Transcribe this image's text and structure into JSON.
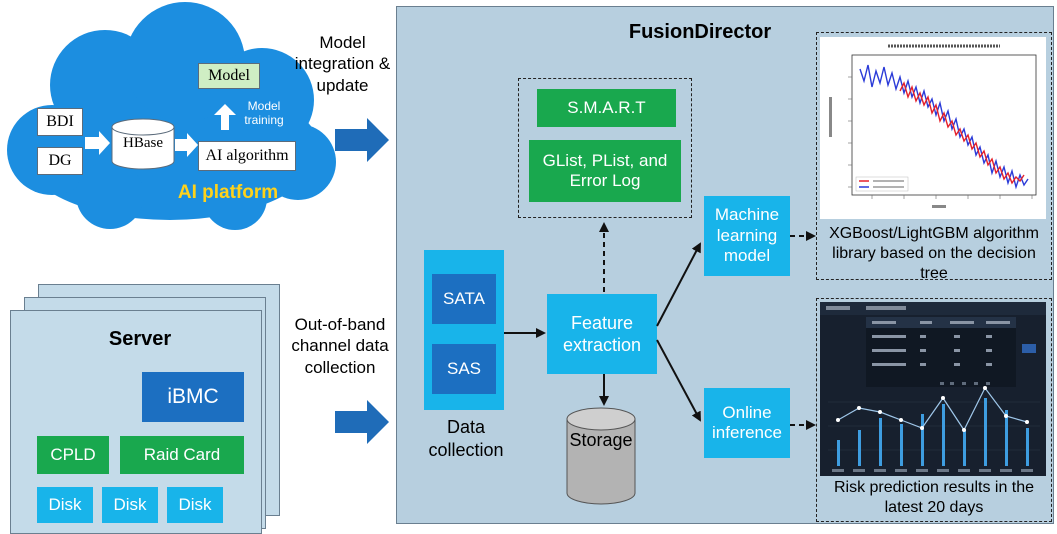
{
  "ai_platform": {
    "title": "AI platform",
    "bdi": "BDI",
    "dg": "DG",
    "hbase": "HBase",
    "model": "Model",
    "model_training": "Model training",
    "ai_algorithm": "AI algorithm"
  },
  "flow_labels": {
    "model_integration": "Model integration & update",
    "oob_collection": "Out-of-band channel data collection"
  },
  "server": {
    "title": "Server",
    "ibmc": "iBMC",
    "cpld": "CPLD",
    "raid_card": "Raid Card",
    "disks": [
      "Disk",
      "Disk",
      "Disk"
    ]
  },
  "fusion": {
    "title": "FusionDirector",
    "smart": "S.M.A.R.T",
    "glist": "GList, PList, and Error Log",
    "sata": "SATA",
    "sas": "SAS",
    "data_collection": "Data collection",
    "feature_extraction": "Feature extraction",
    "storage": "Storage",
    "ml_model": "Machine learning model",
    "online_inference": "Online inference",
    "xgboost_caption": "XGBoost/LightGBM algorithm library based on the decision tree",
    "risk_caption": "Risk prediction results in the latest 20 days"
  },
  "colors": {
    "cloud": "#1c8ee0",
    "ai_title": "#ffd21a",
    "fusion_bg": "#b7cfdf",
    "server_bg": "#c4dbe9",
    "green": "#19a84e",
    "cyan": "#18b4ea",
    "dark_blue": "#1c6fc1",
    "arrow": "#1f6cb8"
  }
}
